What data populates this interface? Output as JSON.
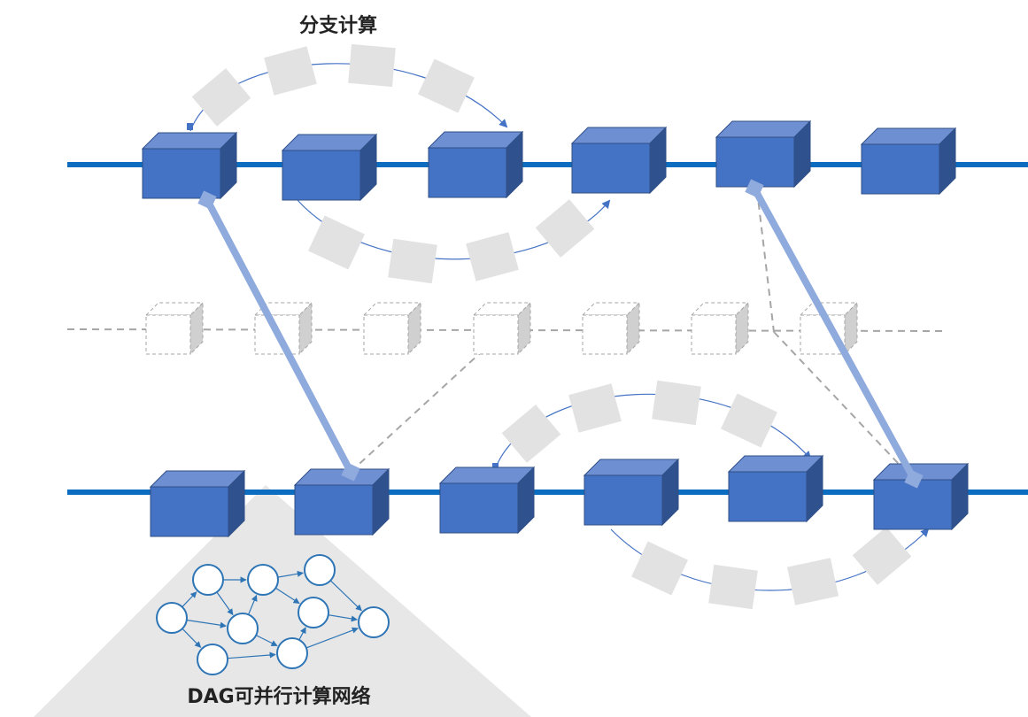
{
  "title": "分支计算",
  "dag_label": "DAG可并行计算网络",
  "colors": {
    "chain": "#0b6cc0",
    "block_front": "#4472c4",
    "block_top": "#6f8fd3",
    "block_side": "#2f528f",
    "block_stroke": "#2f4f86",
    "link": "#8faadc",
    "ghost": "#a6a6a6",
    "dashed_link": "#a6a6a6",
    "branch_arc": "#4472c4",
    "grey_square": "#e2e2e2",
    "dag_node": "#2e75b6",
    "triangle": "#e7e7e7"
  },
  "icons": {
    "block": "cube",
    "ghost_block": "dashed-cube",
    "pending_block": "grey-square",
    "dag_node": "circle",
    "arrow": "arrowhead"
  }
}
